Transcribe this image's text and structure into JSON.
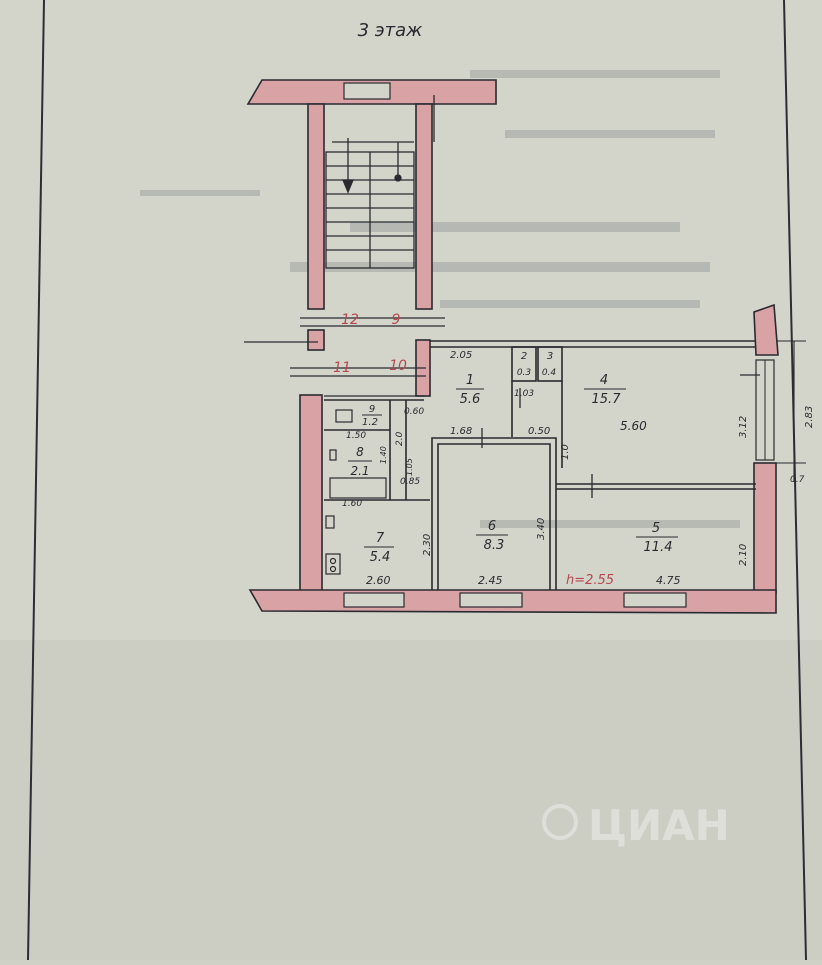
{
  "floor_title": "3 этаж",
  "height_label": "h=2.55",
  "watermark": "ЦИАН",
  "colors": {
    "paper": "#d4d6cb",
    "wall": "#d9a3a6",
    "ink": "#2a2a30",
    "red_ink": "#b7474f"
  },
  "rooms": [
    {
      "id": "room-1",
      "number": "1",
      "area": "5.6"
    },
    {
      "id": "room-2",
      "number": "2",
      "area": "0.3"
    },
    {
      "id": "room-3",
      "number": "3",
      "area": "0.4"
    },
    {
      "id": "room-4",
      "number": "4",
      "area": "15.7"
    },
    {
      "id": "room-5",
      "number": "5",
      "area": "11.4"
    },
    {
      "id": "room-6",
      "number": "6",
      "area": "8.3"
    },
    {
      "id": "room-7",
      "number": "7",
      "area": "5.4"
    },
    {
      "id": "room-8",
      "number": "8",
      "area": "2.1"
    },
    {
      "id": "room-9",
      "number": "9",
      "area": "1.2"
    }
  ],
  "stair_numbers": [
    "12",
    "9",
    "11",
    "10"
  ],
  "dimensions": [
    "2.05",
    "1.03",
    "1.68",
    "0.50",
    "5.60",
    "3.12",
    "2.83",
    "0.7",
    "1.0",
    "3.40",
    "0.60",
    "2.0",
    "1.50",
    "1.40",
    "1.05",
    "0.85",
    "1.60",
    "2.30",
    "2.60",
    "2.45",
    "4.75",
    "2.10"
  ]
}
